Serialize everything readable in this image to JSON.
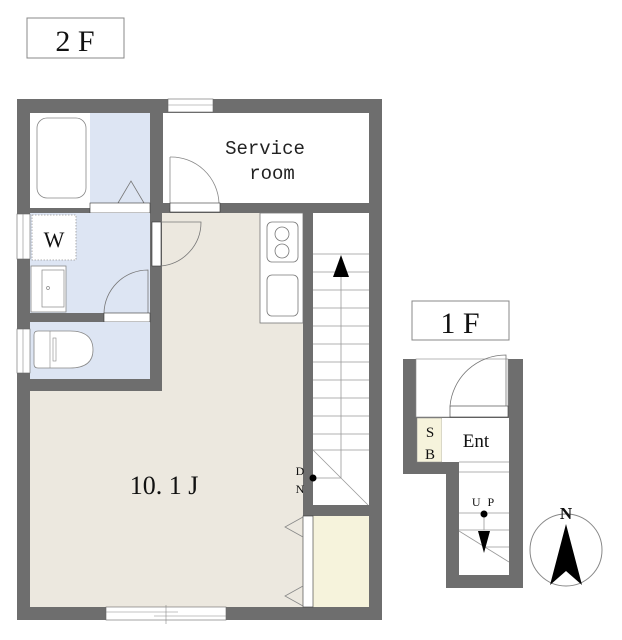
{
  "floors": {
    "second": {
      "label": "２Ｆ",
      "label_text": "2 F",
      "rooms": {
        "main_room": {
          "label": "10. 1 J"
        },
        "service_room": {
          "label_line1": "Service",
          "label_line2": "room"
        },
        "washer": {
          "label": "W"
        },
        "stairs": {
          "label_d": "D",
          "label_n": "N"
        }
      }
    },
    "first": {
      "label_text": "1 F",
      "rooms": {
        "entrance": {
          "label": "Ent"
        },
        "shoe_box": {
          "label_s": "S",
          "label_b": "B"
        },
        "stairs": {
          "label": "U P"
        }
      }
    }
  },
  "compass": {
    "label": "N"
  },
  "colors": {
    "wall": "#6e6e6e",
    "floor_main": "#ece8df",
    "wet_area": "#dde5f3",
    "storage": "#f6f3dc",
    "room_white": "#ffffff",
    "line": "#555555"
  }
}
